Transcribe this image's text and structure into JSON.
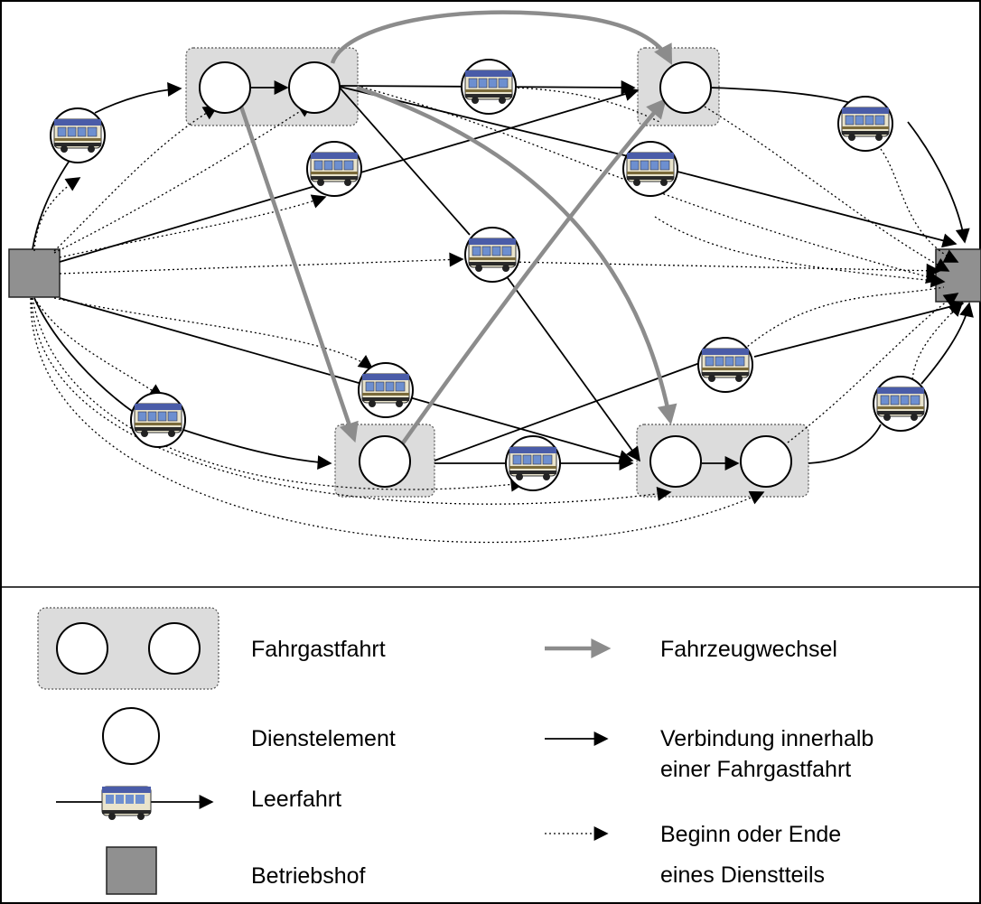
{
  "legend": {
    "passenger_trip": "Fahrgastfahrt",
    "duty_element": "Dienstelement",
    "deadhead": "Leerfahrt",
    "depot": "Betriebshof",
    "vehicle_change": "Fahrzeugwechsel",
    "connection_line1": "Verbindung innerhalb",
    "connection_line2": "einer Fahrgastfahrt",
    "duty_start_end_line1": "Beginn oder Ende",
    "duty_start_end_line2": "eines Dienstteils"
  },
  "colors": {
    "depot_fill": "#909090",
    "trip_box_fill": "#dcdcdc",
    "vehicle_change_arrow": "#8c8c8c",
    "line": "#000000"
  },
  "icons": {
    "deadhead": "bus-icon",
    "depot": "depot-square"
  }
}
